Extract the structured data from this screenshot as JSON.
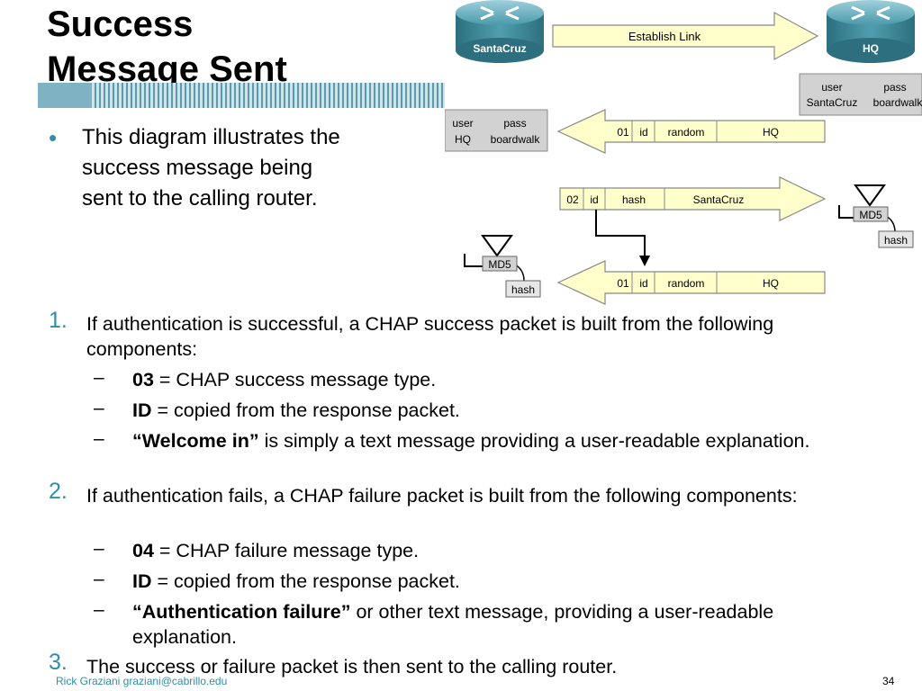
{
  "title": {
    "line1": "Success",
    "line2": "Message Sent"
  },
  "bullet": "This diagram illustrates the success message being sent to the calling router.",
  "diagram": {
    "left_router": "SantaCruz",
    "right_router": "HQ",
    "establish_link": "Establish Link",
    "hq_db": {
      "h_user": "user",
      "h_pass": "pass",
      "user": "SantaCruz",
      "pass": "boardwalk"
    },
    "sc_db": {
      "h_user": "user",
      "h_pass": "pass",
      "user": "HQ",
      "pass": "boardwalk"
    },
    "challenge": {
      "code": "01",
      "id": "id",
      "data": "random",
      "name": "HQ"
    },
    "response": {
      "code": "02",
      "id": "id",
      "data": "hash",
      "name": "SantaCruz"
    },
    "challenge2": {
      "code": "01",
      "id": "id",
      "data": "random",
      "name": "HQ"
    },
    "md5": "MD5",
    "hash": "hash"
  },
  "items": [
    {
      "num": "1.",
      "text": "If authentication is successful, a CHAP success packet is built from the following components:",
      "subs": [
        {
          "bold": "03",
          "rest": " = CHAP success message type."
        },
        {
          "bold": "ID",
          "rest": " = copied from the response packet."
        },
        {
          "bold": "“Welcome in”",
          "rest": " is simply a text message providing a user-readable explanation."
        }
      ]
    },
    {
      "num": "2.",
      "text": "If authentication fails, a CHAP failure packet is built from the following components:",
      "subs": [
        {
          "bold": "04",
          "rest": " = CHAP failure message type."
        },
        {
          "bold": "ID",
          "rest": " = copied from the response packet."
        },
        {
          "bold": "“Authentication failure”",
          "rest": " or other text message, providing a user-readable explanation."
        }
      ]
    },
    {
      "num": "3.",
      "text": "The success or failure packet is then sent to the calling router.",
      "subs": []
    }
  ],
  "footer": {
    "author": "Rick Graziani  graziani@cabrillo.edu",
    "page": "34"
  },
  "colors": {
    "accent": "#2f8fa8",
    "arrow_fill": "#ffffcc",
    "router": "#3f8a99"
  }
}
